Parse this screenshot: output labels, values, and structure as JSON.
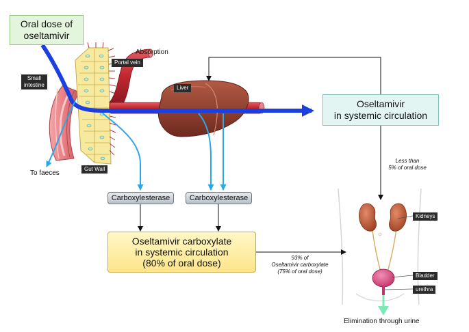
{
  "boxes": {
    "oral_dose": "Oral dose of\noseltamivir",
    "systemic": "Oseltamivir\nin systemic circulation",
    "carboxylate": "Oseltamivir carboxylate\nin systemic circulation\n(80% of oral dose)"
  },
  "enzymes": [
    "Carboxylesterase",
    "Carboxylesterase"
  ],
  "labels": {
    "absorption": "Absorption",
    "to_faeces": "To faeces",
    "elimination": "Elimination through urine"
  },
  "tags": {
    "portal_vein": "Portal vein",
    "small_intestine": "Small\nintestine",
    "gut_wall": "Gut Wall",
    "liver": "Liver",
    "kidneys": "Kidneys",
    "bladder": "Bladder",
    "urethra": "urethra"
  },
  "notes": {
    "less_than": "Less than\n5% of oral dose",
    "ninety_three": "93% of\nOseltamivir carboxylate\n(75% of oral dose)"
  },
  "colors": {
    "main_flow": "#1c3fe0",
    "metabolism_flow": "#2aa7e6",
    "vessel": "#c0262f",
    "liver": "#8e3a2a",
    "urine_arrow": "#7de8b8"
  }
}
